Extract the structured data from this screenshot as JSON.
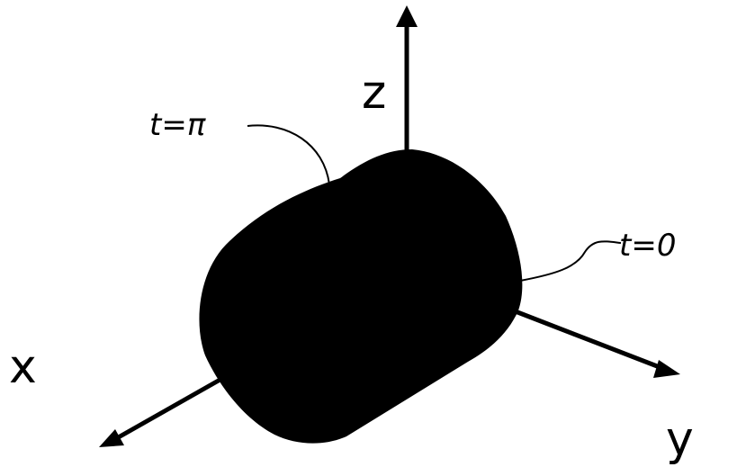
{
  "diagram": {
    "axes": {
      "x_label": "x",
      "y_label": "y",
      "z_label": "z"
    },
    "annotations": {
      "t_pi": "t=π",
      "t_zero": "t=0"
    },
    "colors": {
      "ink": "#000000",
      "background": "#ffffff"
    }
  }
}
